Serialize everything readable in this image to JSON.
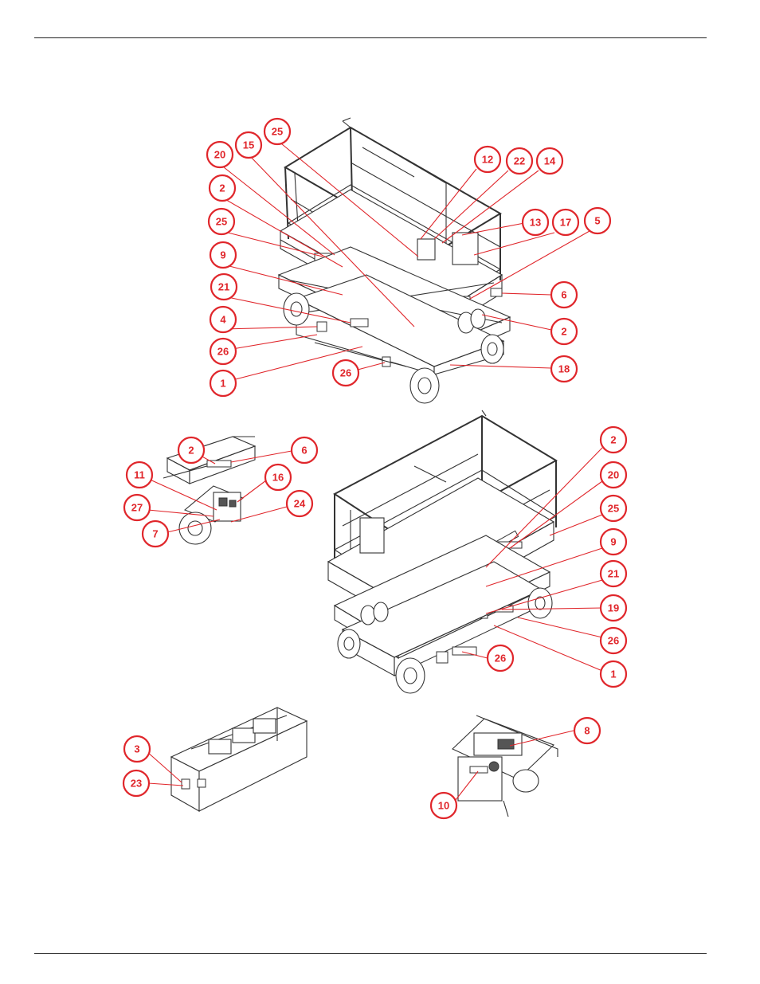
{
  "colors": {
    "callout": "#e0262b",
    "line_art": "#333333",
    "rule": "#222222"
  },
  "callouts": [
    "25",
    "15",
    "20",
    "2",
    "25",
    "9",
    "21",
    "4",
    "26",
    "1",
    "26",
    "12",
    "22",
    "14",
    "13",
    "17",
    "5",
    "6",
    "2",
    "18",
    "2",
    "6",
    "11",
    "16",
    "27",
    "24",
    "7",
    "2",
    "20",
    "25",
    "9",
    "21",
    "19",
    "26",
    "1",
    "26",
    "3",
    "23",
    "8",
    "10"
  ]
}
